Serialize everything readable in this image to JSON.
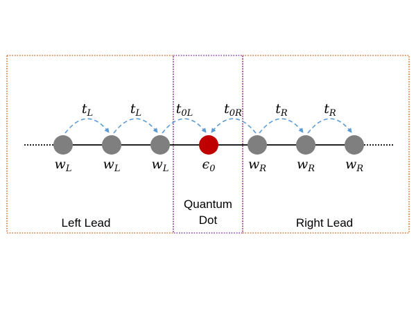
{
  "regions": {
    "left_lead": "Left Lead",
    "dot_line1": "Quantum",
    "dot_line2": "Dot",
    "right_lead": "Right Lead"
  },
  "sites": [
    {
      "label": "w",
      "sub": "L",
      "kind": "lead"
    },
    {
      "label": "w",
      "sub": "L",
      "kind": "lead"
    },
    {
      "label": "w",
      "sub": "L",
      "kind": "lead"
    },
    {
      "label": "ϵ",
      "sub": "0",
      "kind": "dot"
    },
    {
      "label": "w",
      "sub": "R",
      "kind": "lead"
    },
    {
      "label": "w",
      "sub": "R",
      "kind": "lead"
    },
    {
      "label": "w",
      "sub": "R",
      "kind": "lead"
    }
  ],
  "hoppings": [
    {
      "label": "t",
      "sub": "L"
    },
    {
      "label": "t",
      "sub": "L"
    },
    {
      "label": "t",
      "sub": "0L"
    },
    {
      "label": "t",
      "sub": "0R"
    },
    {
      "label": "t",
      "sub": "R"
    },
    {
      "label": "t",
      "sub": "R"
    }
  ],
  "colors": {
    "lead_box": "#d9722c",
    "dot_box": "#8a3fb5",
    "lead_site": "#7f7f7f",
    "dot_site": "#c00000",
    "hopping_arrow": "#5b9bd5",
    "chain": "#000000"
  }
}
